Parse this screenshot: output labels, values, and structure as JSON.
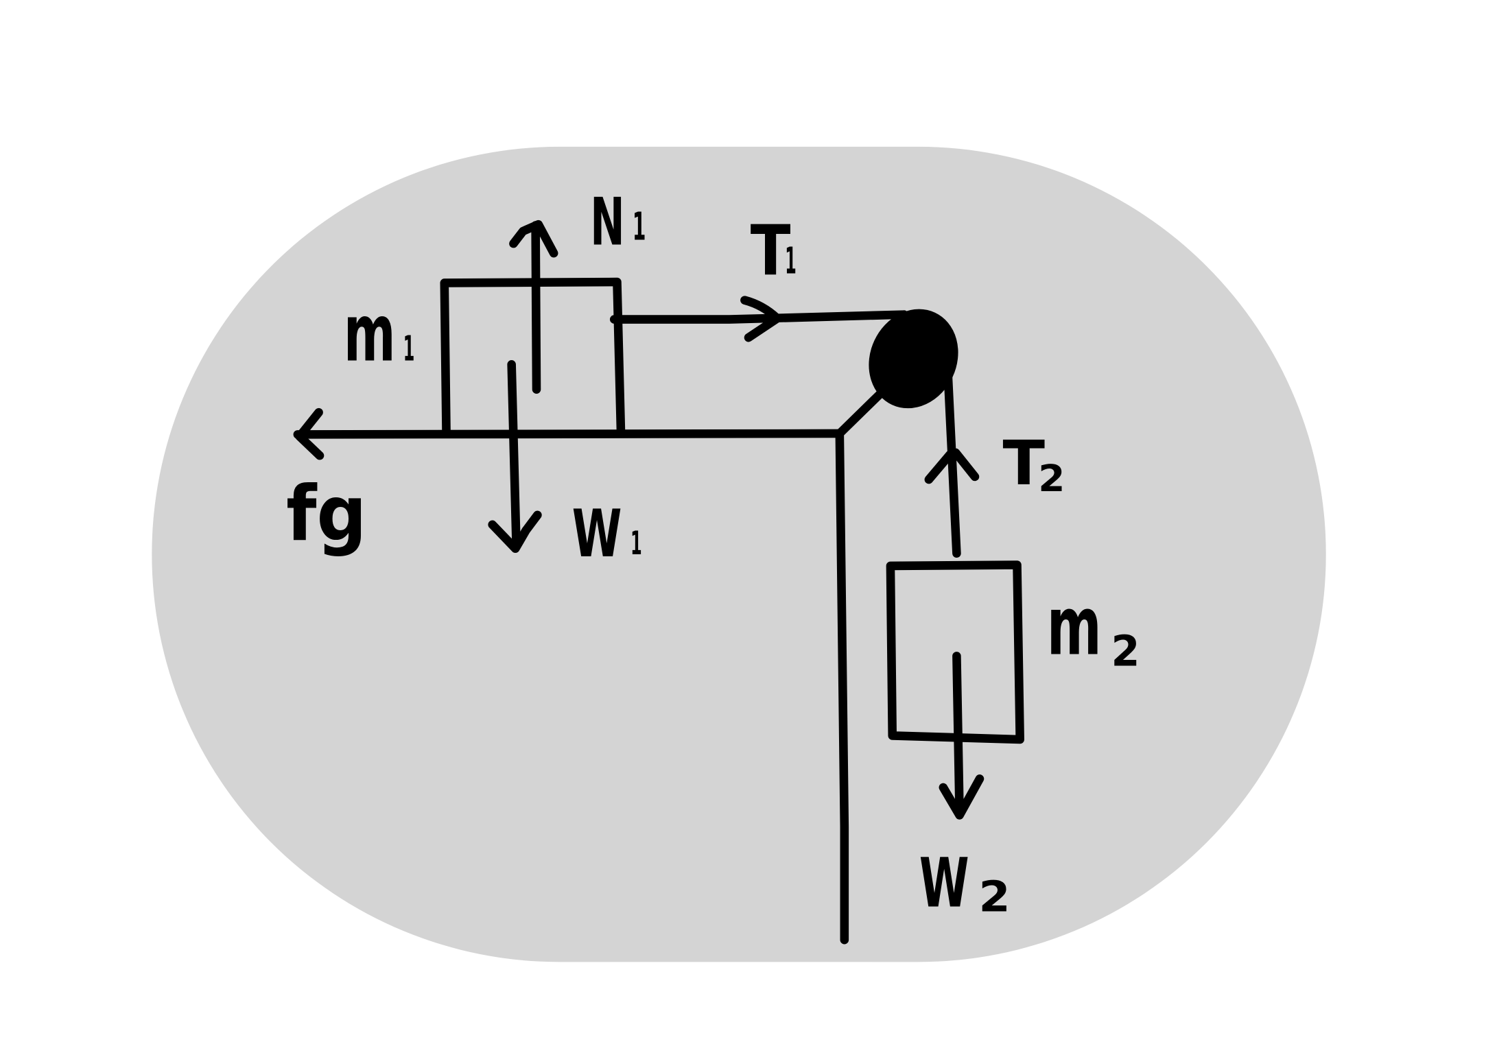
{
  "colors": {
    "page": "#ffffff",
    "background_shape": "#d4d4d4",
    "ink": "#000000"
  },
  "labels": {
    "n1": {
      "base": "N",
      "sub": "1"
    },
    "t1": {
      "base": "T",
      "sub": "1"
    },
    "m1": {
      "base": "m",
      "sub": "1"
    },
    "fg": {
      "text": "fg"
    },
    "w1": {
      "base": "W",
      "sub": "1"
    },
    "t2": {
      "base": "T",
      "sub": "2"
    },
    "m2": {
      "base": "m",
      "sub": "2"
    },
    "w2": {
      "base": "W",
      "sub": "2"
    }
  }
}
